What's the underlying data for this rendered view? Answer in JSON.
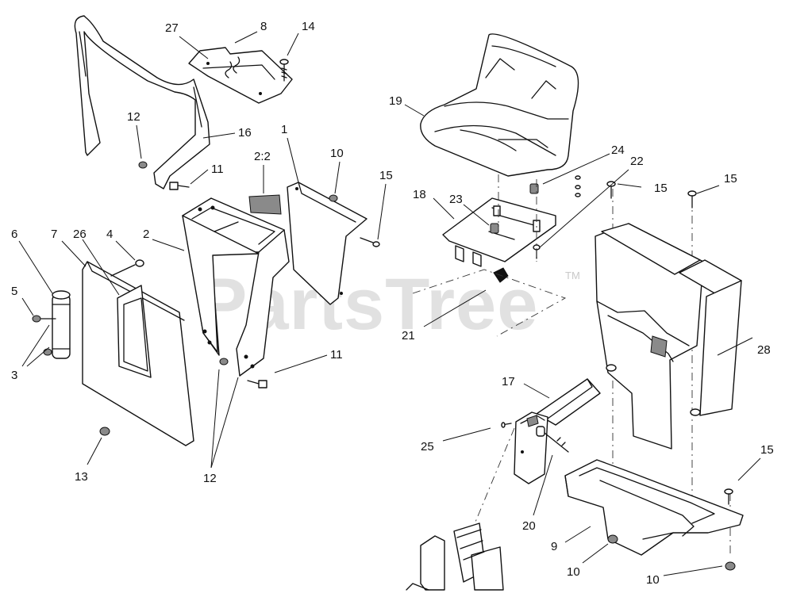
{
  "watermark": {
    "text": "PartsTree",
    "mark": "TM"
  },
  "callouts": [
    {
      "id": "c27",
      "text": "27"
    },
    {
      "id": "c8",
      "text": "8"
    },
    {
      "id": "c14",
      "text": "14"
    },
    {
      "id": "c12a",
      "text": "12"
    },
    {
      "id": "c16",
      "text": "16"
    },
    {
      "id": "c11a",
      "text": "11"
    },
    {
      "id": "c1",
      "text": "1"
    },
    {
      "id": "c22label",
      "text": "2:2"
    },
    {
      "id": "c10a",
      "text": "10"
    },
    {
      "id": "c15a",
      "text": "15"
    },
    {
      "id": "c6",
      "text": "6"
    },
    {
      "id": "c7",
      "text": "7"
    },
    {
      "id": "c26",
      "text": "26"
    },
    {
      "id": "c4",
      "text": "4"
    },
    {
      "id": "c2",
      "text": "2"
    },
    {
      "id": "c5",
      "text": "5"
    },
    {
      "id": "c3",
      "text": "3"
    },
    {
      "id": "c11b",
      "text": "11"
    },
    {
      "id": "c13",
      "text": "13"
    },
    {
      "id": "c12b",
      "text": "12"
    },
    {
      "id": "c19",
      "text": "19"
    },
    {
      "id": "c24",
      "text": "24"
    },
    {
      "id": "c22",
      "text": "22"
    },
    {
      "id": "c18",
      "text": "18"
    },
    {
      "id": "c23",
      "text": "23"
    },
    {
      "id": "c15b",
      "text": "15"
    },
    {
      "id": "c15c",
      "text": "15"
    },
    {
      "id": "c21",
      "text": "21"
    },
    {
      "id": "c28",
      "text": "28"
    },
    {
      "id": "c17",
      "text": "17"
    },
    {
      "id": "c25",
      "text": "25"
    },
    {
      "id": "c20",
      "text": "20"
    },
    {
      "id": "c15d",
      "text": "15"
    },
    {
      "id": "c9",
      "text": "9"
    },
    {
      "id": "c10b",
      "text": "10"
    },
    {
      "id": "c10c",
      "text": "10"
    }
  ]
}
